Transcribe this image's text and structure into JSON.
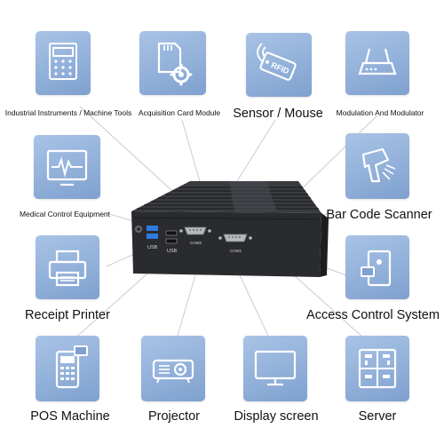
{
  "applications": [
    {
      "id": "industrial",
      "label": "Industrial Instruments / Machine Tools",
      "icon": "control-panel-icon"
    },
    {
      "id": "acquisition",
      "label": "Acquisition Card Module",
      "icon": "sd-card-gear-icon"
    },
    {
      "id": "sensor",
      "label": "Sensor / Mouse",
      "icon": "rfid-tag-icon"
    },
    {
      "id": "modulation",
      "label": "Modulation And Modulator",
      "icon": "router-icon"
    },
    {
      "id": "medical",
      "label": "Medical Control Equipment",
      "icon": "heart-monitor-icon"
    },
    {
      "id": "barcode",
      "label": "Bar Code Scanner",
      "icon": "barcode-scanner-icon"
    },
    {
      "id": "receipt",
      "label": "Receipt Printer",
      "icon": "printer-icon"
    },
    {
      "id": "access",
      "label": "Access Control System",
      "icon": "access-card-reader-icon"
    },
    {
      "id": "pos",
      "label": "POS Machine",
      "icon": "pos-terminal-icon"
    },
    {
      "id": "projector",
      "label": "Projector",
      "icon": "projector-icon"
    },
    {
      "id": "display",
      "label": "Display screen",
      "icon": "monitor-icon"
    },
    {
      "id": "server",
      "label": "Server",
      "icon": "server-icon"
    }
  ],
  "device": {
    "usb_label_1": "USB",
    "usb_label_2": "USB",
    "com_label_1": "COM2",
    "com_label_2": "COM1"
  },
  "colors": {
    "tile_top": "#a9c3e6",
    "tile_bottom": "#7fa1cf",
    "icon_white": "#ffffff",
    "device_body": "#2a2b2e",
    "usb_blue": "#2f7be0"
  }
}
